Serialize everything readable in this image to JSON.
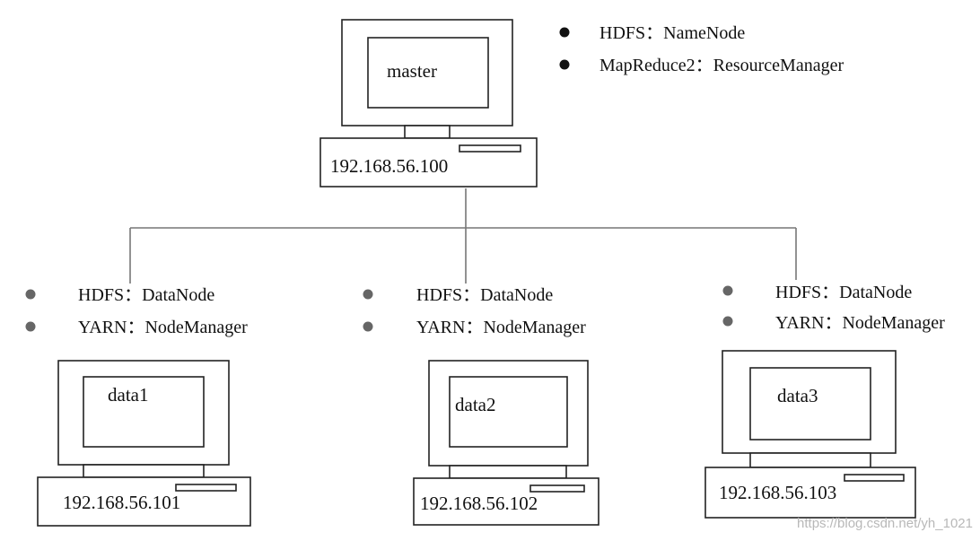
{
  "colors": {
    "outline": "#222222",
    "connector": "#777777",
    "bullet_master": "#111111",
    "bullet_data": "#666666",
    "watermark": "#b8b8b8"
  },
  "master": {
    "name": "master",
    "ip": "192.168.56.100",
    "services": [
      "HDFS：NameNode",
      "MapReduce2：ResourceManager"
    ]
  },
  "data_nodes": [
    {
      "name": "data1",
      "ip": "192.168.56.101",
      "services": [
        "HDFS：DataNode",
        "YARN：NodeManager"
      ]
    },
    {
      "name": "data2",
      "ip": "192.168.56.102",
      "services": [
        "HDFS：DataNode",
        "YARN：NodeManager"
      ]
    },
    {
      "name": "data3",
      "ip": "192.168.56.103",
      "services": [
        "HDFS：DataNode",
        "YARN：NodeManager"
      ]
    }
  ],
  "watermark": "https://blog.csdn.net/yh_1021"
}
